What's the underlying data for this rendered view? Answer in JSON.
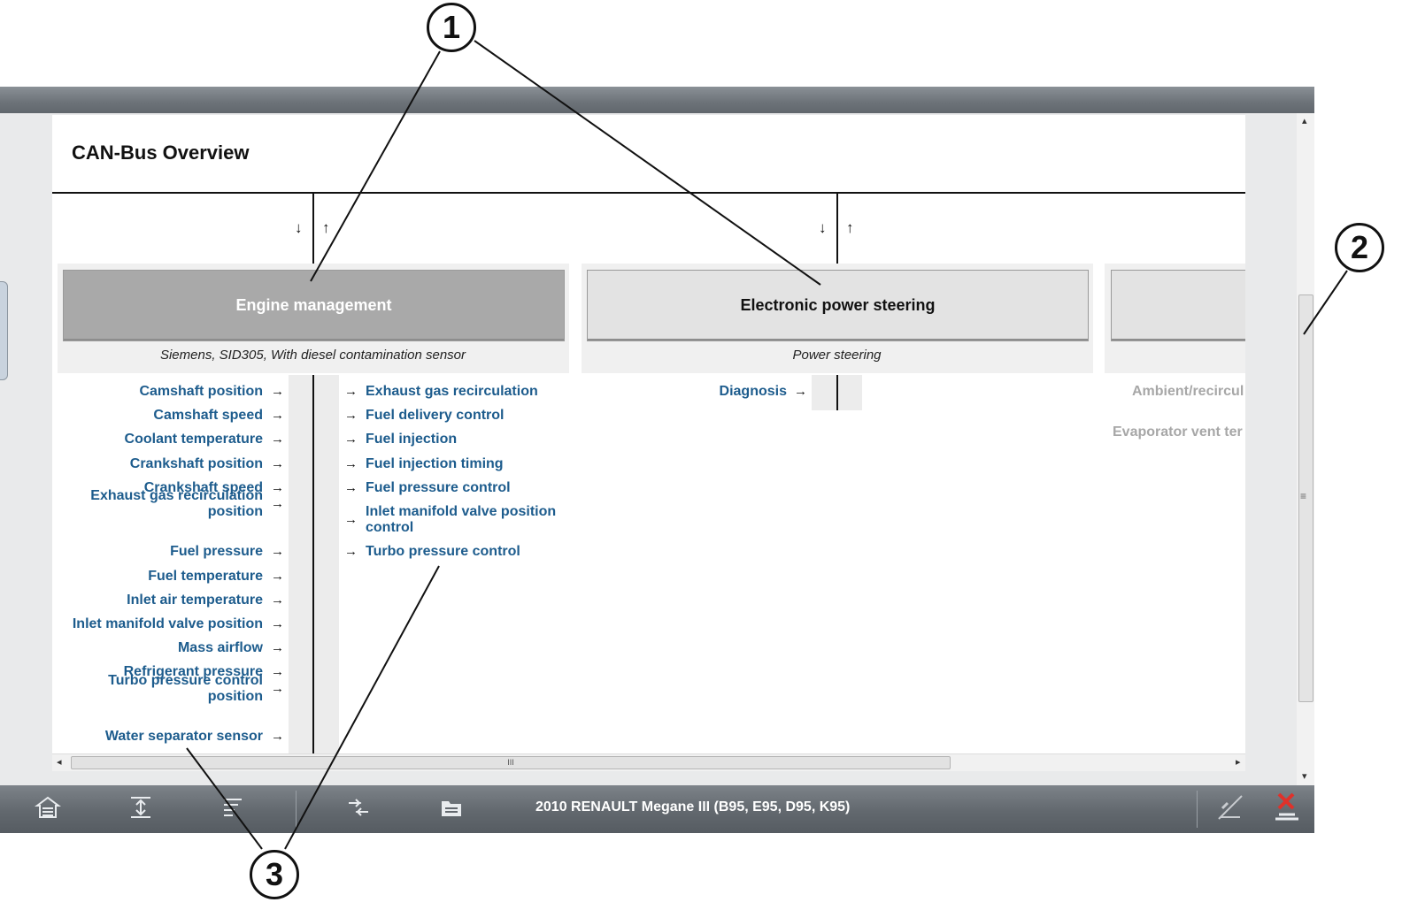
{
  "page": {
    "title": "CAN-Bus Overview"
  },
  "bus_arrows": {
    "down": "↓",
    "up": "↑"
  },
  "modules": [
    {
      "name": "Engine management",
      "description": "Siemens, SID305, With diesel contamination sensor",
      "selected": true
    },
    {
      "name": "Electronic power steering",
      "description": "Power steering",
      "selected": false
    },
    {
      "name": "",
      "description": "",
      "selected": false
    }
  ],
  "engine_inputs": [
    "Camshaft position",
    "Camshaft speed",
    "Coolant temperature",
    "Crankshaft position",
    "Crankshaft speed",
    "Exhaust gas recirculation position",
    "Fuel pressure",
    "Fuel temperature",
    "Inlet air temperature",
    "Inlet manifold valve position",
    "Mass airflow",
    "Refrigerant pressure",
    "Turbo pressure control position",
    "Water separator sensor"
  ],
  "engine_outputs": [
    "Exhaust gas recirculation",
    "Fuel delivery control",
    "Fuel injection",
    "Fuel injection timing",
    "Fuel pressure control",
    "Inlet manifold valve position control",
    "Turbo pressure control"
  ],
  "eps_inputs": [
    "Diagnosis"
  ],
  "third_module_signals": [
    "Ambient/recircul",
    "Evaporator vent ter"
  ],
  "signal_arrow": "→",
  "scrollbar": {
    "grip": "III",
    "vgrip": "≡",
    "up": "▴",
    "down": "▾",
    "left": "◂",
    "right": "▸"
  },
  "toolbar": {
    "vehicle": "2010 RENAULT Megane III (B95, E95, D95, K95)",
    "icons": [
      "home-icon",
      "fit-height-icon",
      "list-icon",
      "connect-icon",
      "folder-icon",
      "pen-icon",
      "exit-icon"
    ]
  },
  "callouts": [
    "1",
    "2",
    "3"
  ],
  "colors": {
    "link": "#1d5c8d",
    "module_selected": "#a9a9a9",
    "module_normal": "#e3e3e3",
    "toolbar": "#62686e"
  }
}
